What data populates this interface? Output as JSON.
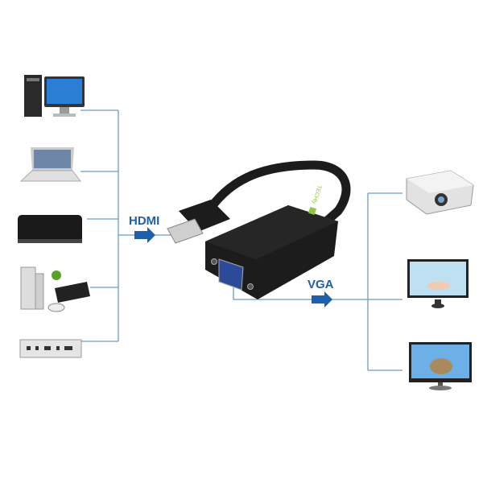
{
  "labels": {
    "input": "HDMI",
    "output": "VGA"
  },
  "brand_logo": "TECHly",
  "sources": [
    "desktop-pc",
    "laptop",
    "media-box",
    "game-console",
    "media-player"
  ],
  "displays": [
    "projector",
    "monitor",
    "tv"
  ],
  "colors": {
    "line": "#6a9ccc",
    "arrow": "#1f5fa8",
    "adapter": "#1c1c1c",
    "logo": "#8dc63f",
    "vga_port": "#2b4a9a"
  }
}
